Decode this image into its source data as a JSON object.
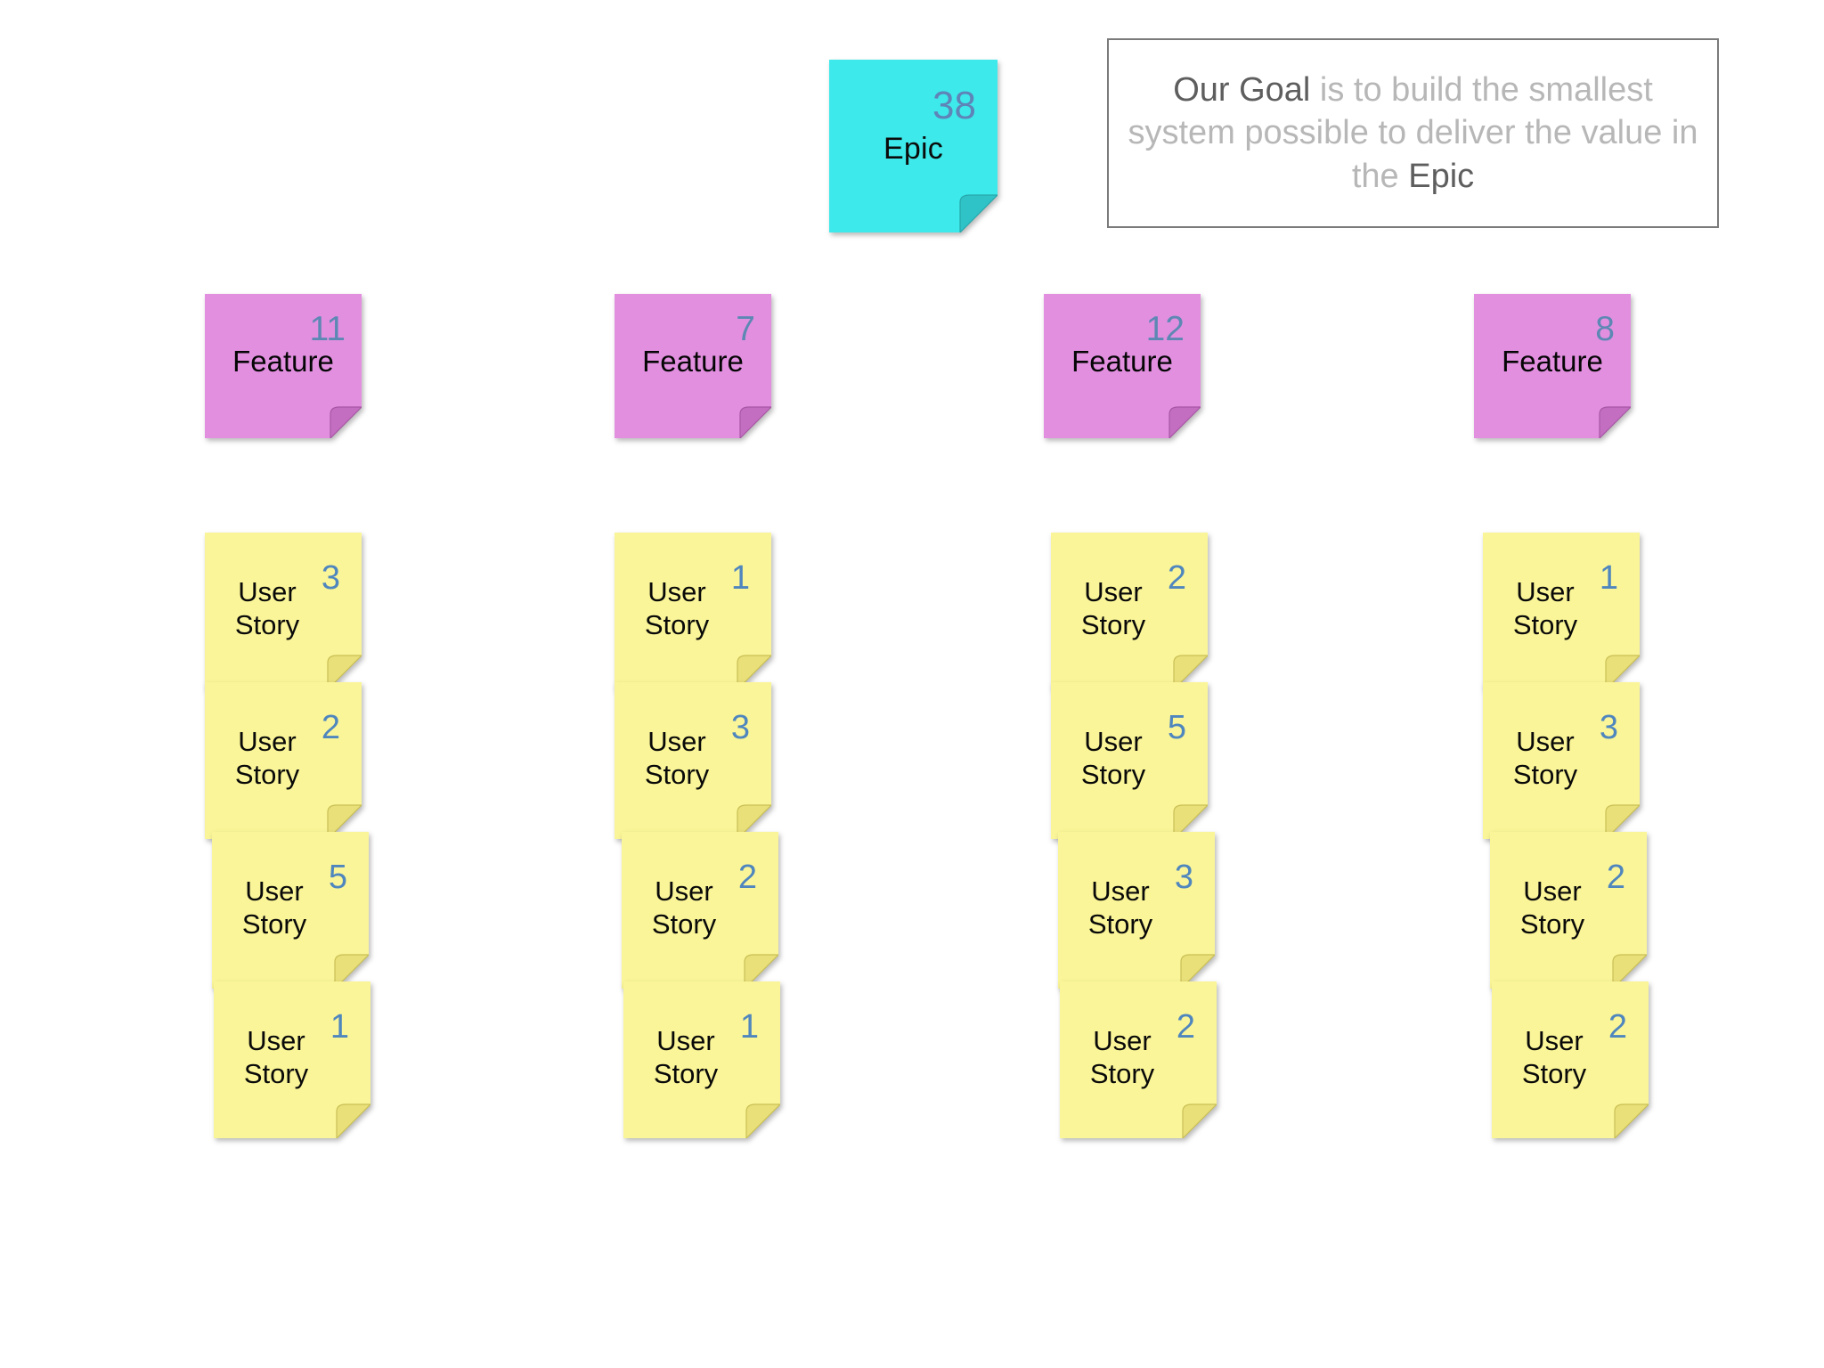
{
  "board": {
    "title": "Epic breakdown sticky-note board",
    "colors": {
      "epic": "#3de9ea",
      "feature": "#e28fe0",
      "story": "#faf598",
      "number": "#5180b4",
      "goal_border": "#7b7b7b",
      "goal_text": "#b7b7b7",
      "goal_strong": "#5e5e5e",
      "background": "#ffffff"
    }
  },
  "epic": {
    "label": "Epic",
    "points": "38"
  },
  "goal": {
    "lead": "Our Goal",
    "middle": " is to build the smallest system possible to deliver the value in the ",
    "tail": "Epic"
  },
  "columns": [
    {
      "feature": {
        "label": "Feature",
        "points": "11"
      },
      "stories": [
        {
          "line1": "User",
          "line2": "Story",
          "points": "3"
        },
        {
          "line1": "User",
          "line2": "Story",
          "points": "2"
        },
        {
          "line1": "User",
          "line2": "Story",
          "points": "5"
        },
        {
          "line1": "User",
          "line2": "Story",
          "points": "1"
        }
      ]
    },
    {
      "feature": {
        "label": "Feature",
        "points": "7"
      },
      "stories": [
        {
          "line1": "User",
          "line2": "Story",
          "points": "1"
        },
        {
          "line1": "User",
          "line2": "Story",
          "points": "3"
        },
        {
          "line1": "User",
          "line2": "Story",
          "points": "2"
        },
        {
          "line1": "User",
          "line2": "Story",
          "points": "1"
        }
      ]
    },
    {
      "feature": {
        "label": "Feature",
        "points": "12"
      },
      "stories": [
        {
          "line1": "User",
          "line2": "Story",
          "points": "2"
        },
        {
          "line1": "User",
          "line2": "Story",
          "points": "5"
        },
        {
          "line1": "User",
          "line2": "Story",
          "points": "3"
        },
        {
          "line1": "User",
          "line2": "Story",
          "points": "2"
        }
      ]
    },
    {
      "feature": {
        "label": "Feature",
        "points": "8"
      },
      "stories": [
        {
          "line1": "User",
          "line2": "Story",
          "points": "1"
        },
        {
          "line1": "User",
          "line2": "Story",
          "points": "3"
        },
        {
          "line1": "User",
          "line2": "Story",
          "points": "2"
        },
        {
          "line1": "User",
          "line2": "Story",
          "points": "2"
        }
      ]
    }
  ],
  "layout": {
    "feature_x": [
      230,
      690,
      1172,
      1655
    ],
    "story_x": [
      230,
      690,
      1180,
      1665
    ],
    "story_y": [
      598,
      766,
      934,
      1102
    ],
    "story_x_offsets": [
      0,
      0,
      8,
      10
    ]
  }
}
